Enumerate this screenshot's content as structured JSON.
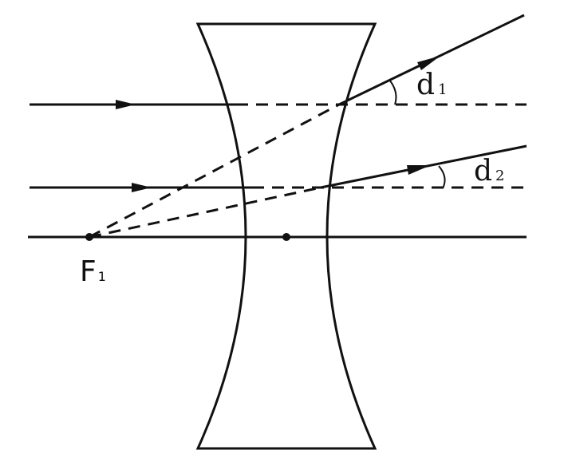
{
  "labels": {
    "focus_main": "F",
    "focus_sub": "1",
    "angle1_main": "d",
    "angle1_sub": "1",
    "angle2_main": "d",
    "angle2_sub": "2"
  },
  "colors": {
    "stroke": "#111111",
    "background": "#ffffff"
  }
}
